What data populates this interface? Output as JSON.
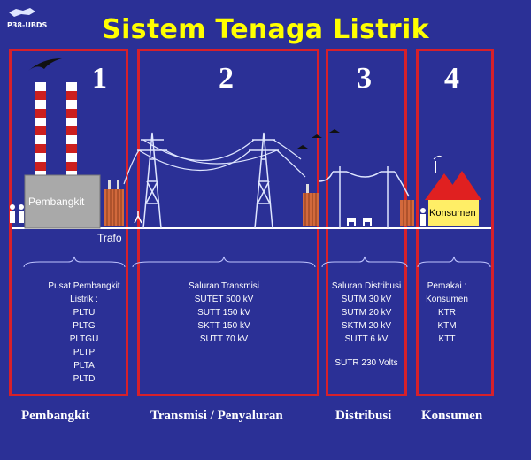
{
  "header": {
    "logo_text": "P38-UBDS",
    "title": "Sistem Tenaga Listrik"
  },
  "sections": [
    {
      "number": "1",
      "caption": "Pembangkit",
      "lines": [
        "Pusat Pembangkit",
        "Listrik :",
        "PLTU",
        "PLTG",
        "PLTGU",
        "PLTP",
        "PLTA",
        "PLTD"
      ]
    },
    {
      "number": "2",
      "caption": "Transmisi / Penyaluran",
      "lines": [
        "Saluran Transmisi",
        "SUTET 500 kV",
        "SUTT 150 kV",
        "SKTT 150 kV",
        "SUTT 70 kV"
      ]
    },
    {
      "number": "3",
      "caption": "Distribusi",
      "lines": [
        "Saluran Distribusi",
        "SUTM 30 kV",
        "SUTM 20 kV",
        "SKTM 20 kV",
        "SUTT 6 kV"
      ],
      "extra": "SUTR 230 Volts"
    },
    {
      "number": "4",
      "caption": "Konsumen",
      "lines": [
        "Pemakai :",
        "Konsumen",
        "KTR",
        "KTM",
        "KTT"
      ]
    }
  ],
  "labels": {
    "plant": "Pembangkit",
    "trafo": "Trafo",
    "house": "Konsumen"
  },
  "colors": {
    "background": "#2b3096",
    "title": "#ffff00",
    "box_border": "#d7202a",
    "roof": "#e02020",
    "wall": "#ffee66",
    "plant": "#a9a9a9",
    "transformer": "#d2693c"
  }
}
